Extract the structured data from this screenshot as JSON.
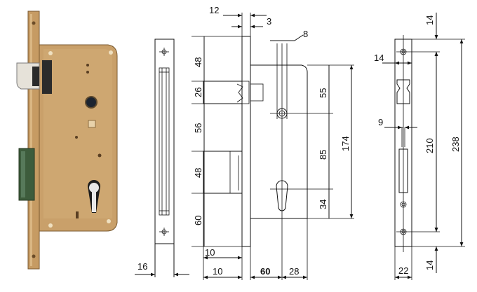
{
  "diagram": {
    "dimensions": {
      "top_12": "12",
      "top_3": "3",
      "dia_8": "8",
      "left_48a": "48",
      "left_26": "26",
      "left_56": "56",
      "left_48b": "48",
      "left_60": "60",
      "right_55": "55",
      "right_85": "85",
      "right_34": "34",
      "right_174": "174",
      "bottom_10a": "10",
      "bottom_10b": "10",
      "bottom_60": "60",
      "bottom_28": "28",
      "front_16": "16",
      "face_14a": "14",
      "face_14b": "14",
      "face_9": "9",
      "face_210": "210",
      "face_238": "238",
      "face_14c": "14",
      "face_22": "22"
    },
    "colors": {
      "brass": "#c9a06a",
      "brass_dark": "#8a6438",
      "green_strike": "#3a5a3a",
      "line": "#111111"
    },
    "icons": [
      "lock-photo",
      "cylinder-hole-icon",
      "screw-hole-icon"
    ]
  }
}
